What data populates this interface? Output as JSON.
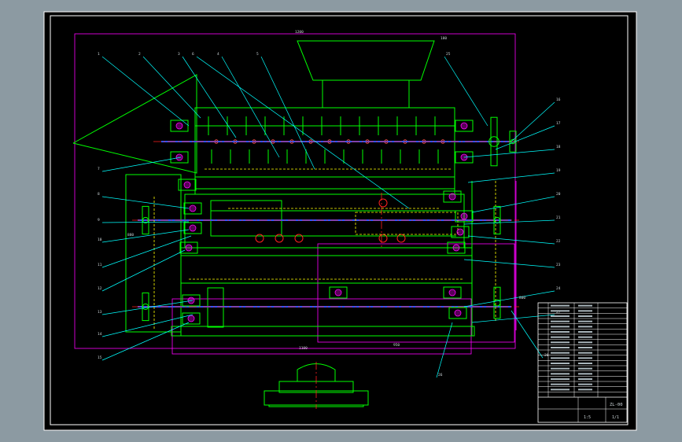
{
  "drawing": {
    "view_title": "",
    "colors": {
      "viewport_bg": "#8c9aa2",
      "sheet_bg": "#000000",
      "frame": "#ffffff",
      "outline": "#00ff00",
      "dimension": "#ff00ff",
      "leader": "#00ffff",
      "centerline": "#ff0000",
      "hidden": "#ffff00",
      "shaft": "#0000ff"
    },
    "part_callouts": [
      "1",
      "2",
      "3",
      "4",
      "5",
      "6",
      "7",
      "8",
      "9",
      "10",
      "11",
      "12",
      "13",
      "14",
      "15",
      "16",
      "17",
      "18",
      "19",
      "20",
      "21",
      "22",
      "23",
      "24",
      "25",
      "26",
      "27",
      "28"
    ],
    "dimensions": [
      "1200",
      "950",
      "180",
      "1100",
      "880",
      "800"
    ],
    "title_block": {
      "rows": 18,
      "drawing_no": "ZL-00",
      "scale": "1:5",
      "sheet": "1/1"
    }
  }
}
